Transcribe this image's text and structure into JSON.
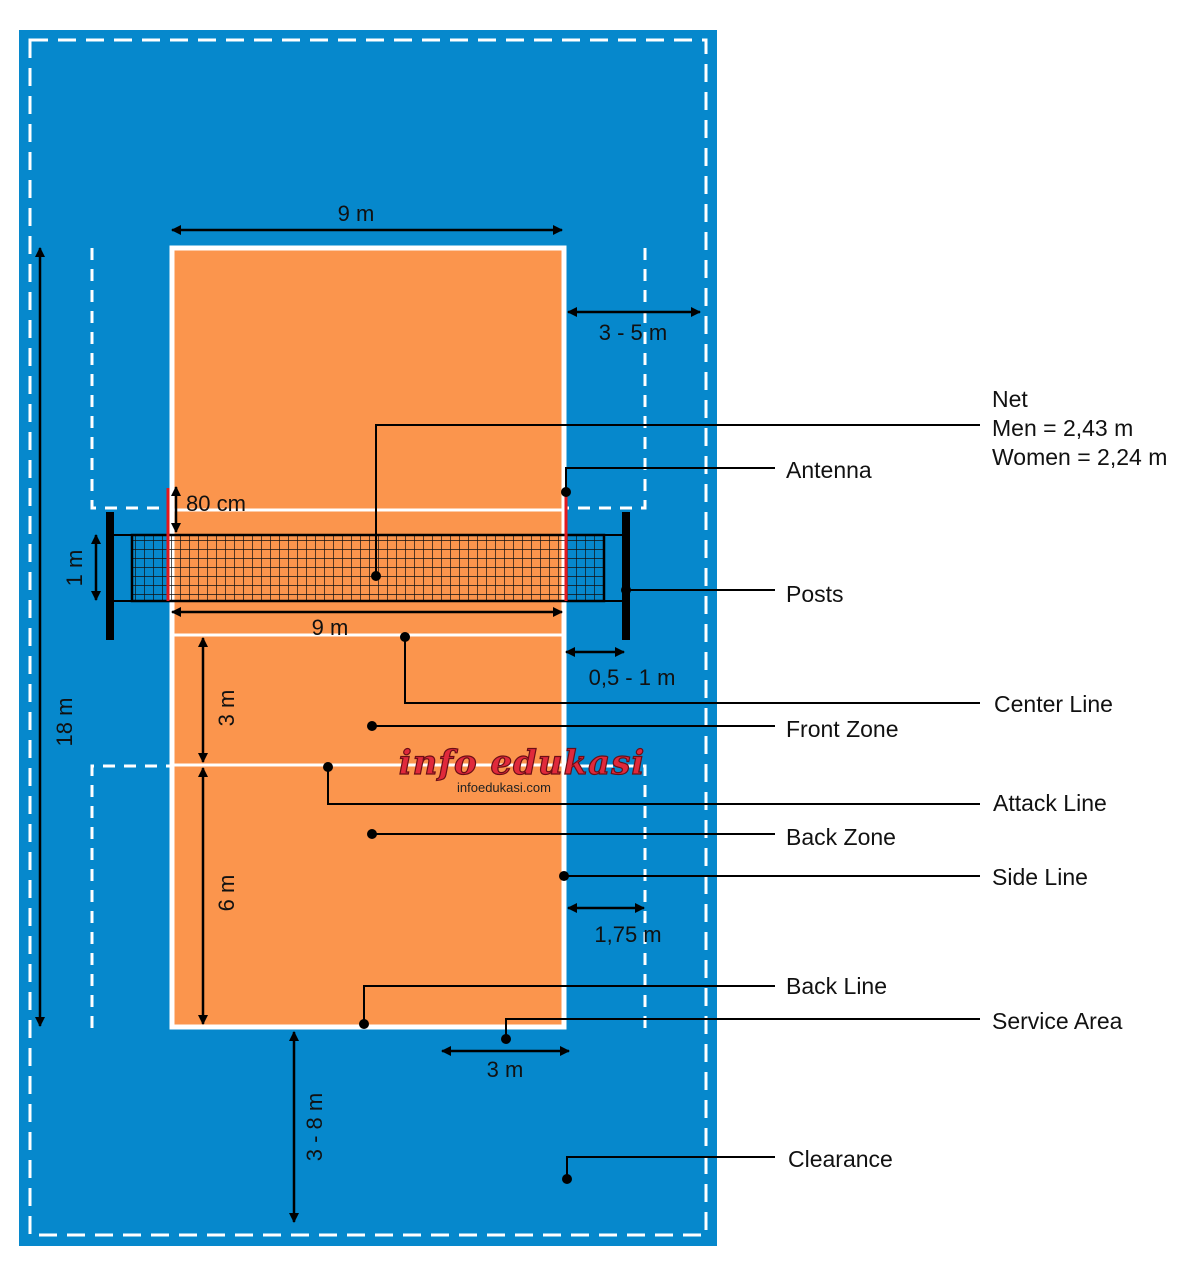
{
  "colors": {
    "clearance": "#0688cc",
    "court": "#fb954d",
    "lines": "#ffffff",
    "antenna": "#e3191e",
    "net": "#000000"
  },
  "dimensions": {
    "court_width_top": "9 m",
    "free_zone_side": "3 - 5 m",
    "antenna_height": "80 cm",
    "net_height": "1 m",
    "net_width": "9 m",
    "post_distance": "0,5 - 1 m",
    "court_length": "18 m",
    "front_zone_depth": "3 m",
    "back_zone_depth": "6 m",
    "service_side": "1,75 m",
    "service_width": "3 m",
    "back_clearance": "3 - 8 m"
  },
  "labels": {
    "net_title": "Net",
    "net_men": "Men = 2,43 m",
    "net_women": "Women = 2,24 m",
    "antenna": "Antenna",
    "posts": "Posts",
    "center_line": "Center Line",
    "front_zone": "Front Zone",
    "attack_line": "Attack Line",
    "back_zone": "Back Zone",
    "side_line": "Side Line",
    "back_line": "Back Line",
    "service_area": "Service Area",
    "clearance": "Clearance"
  },
  "watermark": {
    "brand": "info edukasi",
    "site": "infoedukasi.com"
  }
}
